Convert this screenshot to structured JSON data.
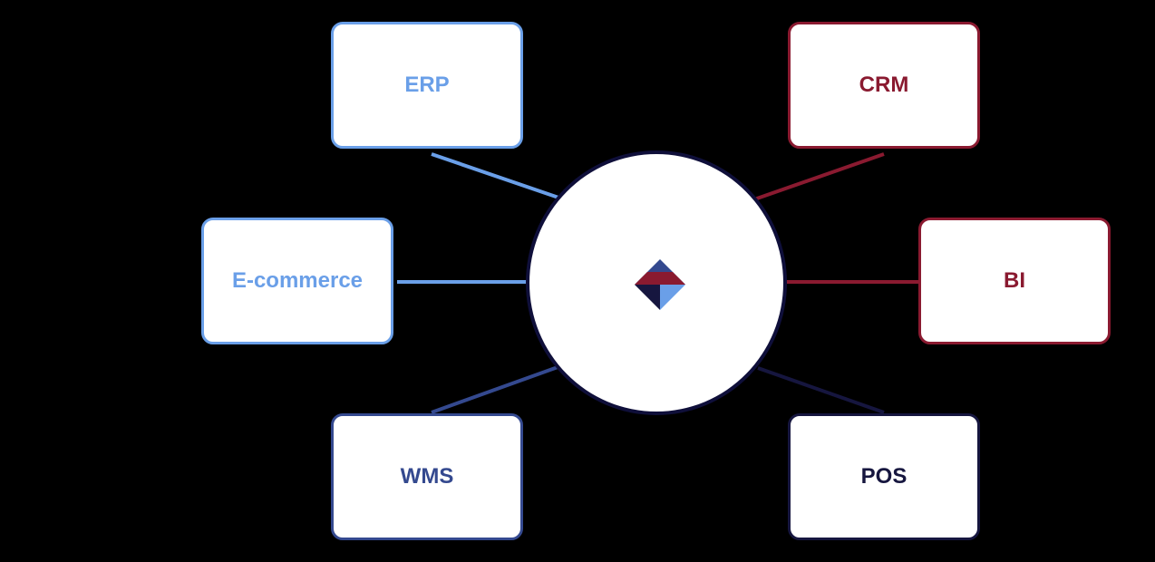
{
  "nodes": {
    "erp": {
      "label": "ERP",
      "color": "#6a9fe8"
    },
    "ecommerce": {
      "label": "E-commerce",
      "color": "#6a9fe8"
    },
    "wms": {
      "label": "WMS",
      "color": "#34498f"
    },
    "crm": {
      "label": "CRM",
      "color": "#8a1a30"
    },
    "bi": {
      "label": "BI",
      "color": "#8a1a30"
    },
    "pos": {
      "label": "POS",
      "color": "#16163f"
    }
  },
  "hub": {
    "logo_icon": "diamond-logo-icon",
    "border_color": "#0f0f3a",
    "logo_colors": [
      "#34498f",
      "#8a1a30",
      "#16163f",
      "#6a9fe8"
    ]
  },
  "background": "#000000"
}
